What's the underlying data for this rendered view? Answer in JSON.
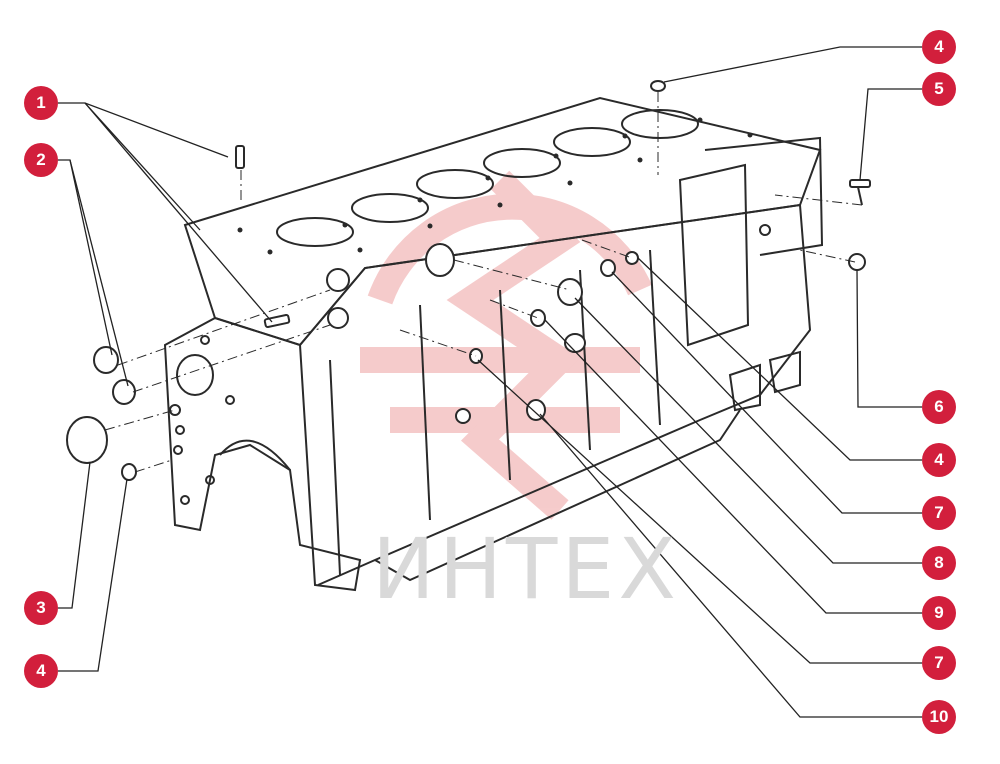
{
  "watermark": {
    "text": "ИНТЕХ"
  },
  "colors": {
    "callout": "#d21f3c",
    "line": "#222222",
    "drawing": "#2a2a2a",
    "logo": "#f5c6c6"
  },
  "callouts": [
    {
      "label": "1"
    },
    {
      "label": "2"
    },
    {
      "label": "3"
    },
    {
      "label": "4"
    },
    {
      "label": "4"
    },
    {
      "label": "5"
    },
    {
      "label": "6"
    },
    {
      "label": "4"
    },
    {
      "label": "7"
    },
    {
      "label": "8"
    },
    {
      "label": "9"
    },
    {
      "label": "7"
    },
    {
      "label": "10"
    }
  ]
}
